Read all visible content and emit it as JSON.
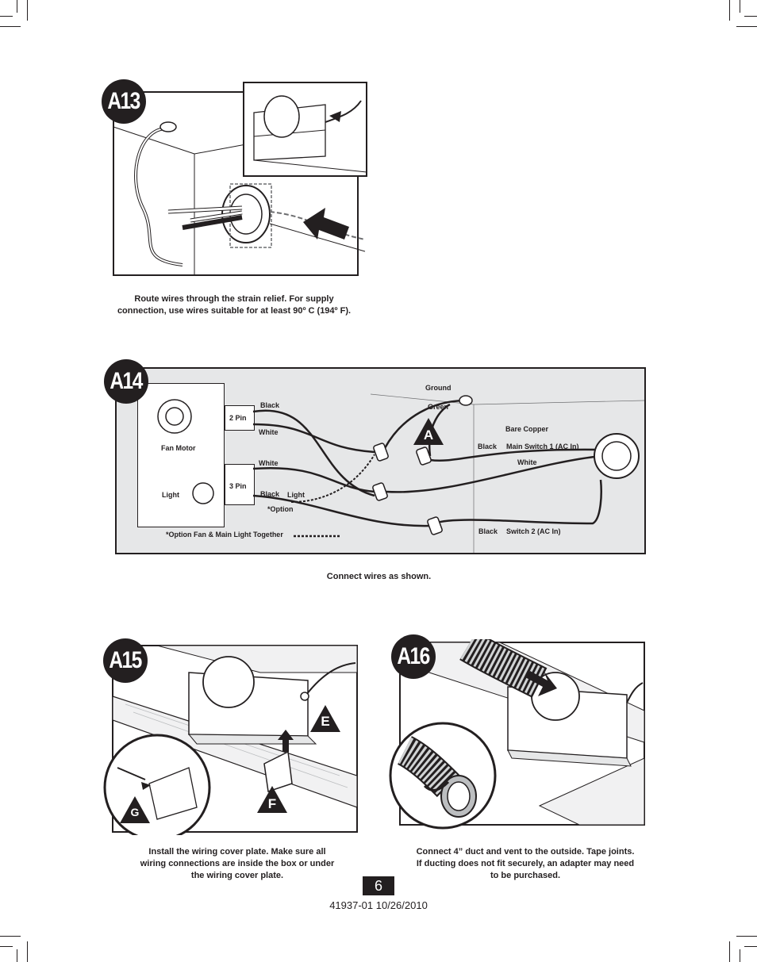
{
  "a13": {
    "badge": "A13",
    "caption_line1": "Route wires through the strain relief. For supply",
    "caption_line2": "connection, use wires suitable for at least 90º C (194º F)."
  },
  "a14": {
    "badge": "A14",
    "fan_motor": "Fan Motor",
    "light": "Light",
    "pin2": "2 Pin",
    "pin3": "3 Pin",
    "black1": "Black",
    "white1": "White",
    "white2": "White",
    "black2": "Black",
    "light_wire": "Light",
    "option": "*Option",
    "option_legend": "*Option Fan & Main Light Together",
    "ground": "Ground",
    "green": "Green",
    "marker_a": "A",
    "bare_copper": "Bare Copper",
    "black_main": "Black",
    "main_switch": "Main Switch 1 (AC In)",
    "white_main": "White",
    "black_sw2": "Black",
    "switch2": "Switch 2 (AC In)",
    "caption": "Connect wires as shown."
  },
  "a15": {
    "badge": "A15",
    "marker_e": "E",
    "marker_f": "F",
    "marker_g": "G",
    "caption_line1": "Install the wiring cover plate. Make sure all",
    "caption_line2": "wiring connections are inside the box or under",
    "caption_line3": "the wiring cover plate."
  },
  "a16": {
    "badge": "A16",
    "caption_line1": "Connect 4” duct and vent to the outside. Tape joints.",
    "caption_line2": "If ducting does not fit securely, an adapter may need",
    "caption_line3": "to be purchased."
  },
  "footer": {
    "page_number": "6",
    "doc_code": "41937-01  10/26/2010"
  }
}
